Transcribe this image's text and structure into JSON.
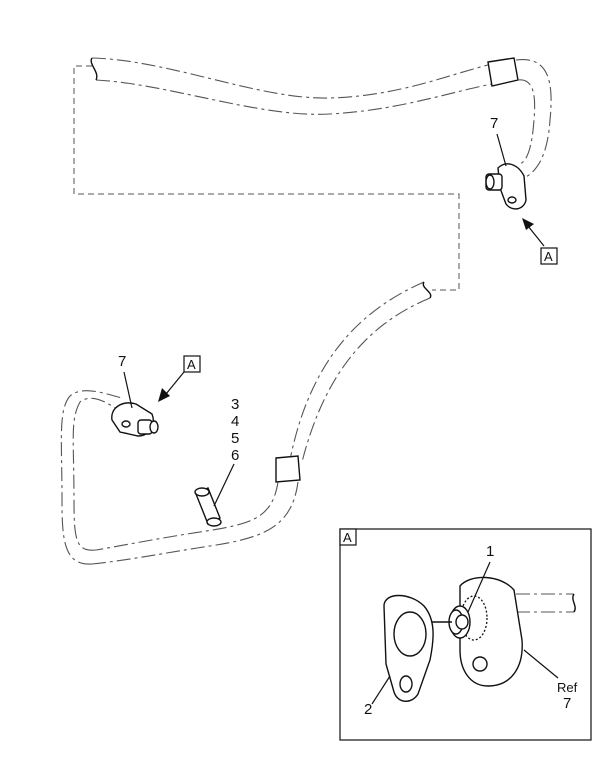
{
  "callouts": {
    "item_7_top": "7",
    "item_7_left": "7",
    "items_3": "3",
    "items_4": "4",
    "items_5": "5",
    "items_6": "6",
    "view_ref_top": "A",
    "view_ref_left": "A"
  },
  "detail_view": {
    "label": "A",
    "item_1": "1",
    "item_2": "2",
    "ref_label": "Ref",
    "ref_item": "7"
  }
}
